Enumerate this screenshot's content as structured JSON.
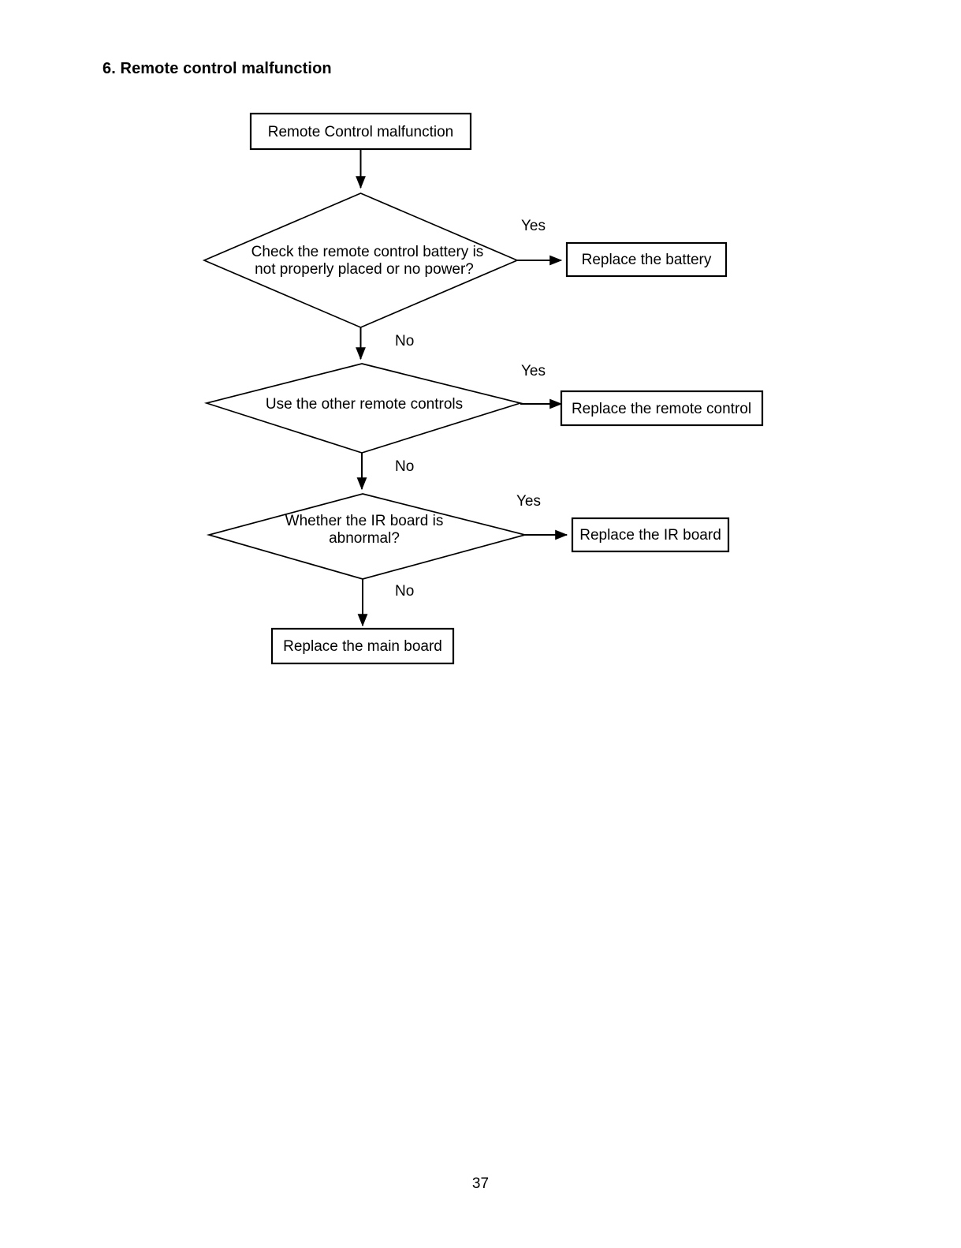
{
  "document": {
    "section_title": "6. Remote control malfunction",
    "page_number": "37"
  },
  "chart_data": {
    "type": "diagram",
    "title": "6. Remote control malfunction",
    "nodes": [
      {
        "id": "start",
        "shape": "process",
        "text": "Remote Control malfunction"
      },
      {
        "id": "d1",
        "shape": "decision",
        "text_line1": "Check the remote control battery is",
        "text_line2": "not properly placed or no power?"
      },
      {
        "id": "battery",
        "shape": "process",
        "text": "Replace the battery"
      },
      {
        "id": "d2",
        "shape": "decision",
        "text_line1": "Use the other remote controls",
        "text_line2": ""
      },
      {
        "id": "remote",
        "shape": "process",
        "text": "Replace the remote control"
      },
      {
        "id": "d3",
        "shape": "decision",
        "text_line1": "Whether the IR board is",
        "text_line2": "abnormal?"
      },
      {
        "id": "irboard",
        "shape": "process",
        "text": "Replace the IR board"
      },
      {
        "id": "mainboard",
        "shape": "process",
        "text": "Replace the main board"
      }
    ],
    "edges": [
      {
        "from": "start",
        "to": "d1",
        "label": ""
      },
      {
        "from": "d1",
        "to": "battery",
        "label": "Yes"
      },
      {
        "from": "d1",
        "to": "d2",
        "label": "No"
      },
      {
        "from": "d2",
        "to": "remote",
        "label": "Yes"
      },
      {
        "from": "d2",
        "to": "d3",
        "label": "No"
      },
      {
        "from": "d3",
        "to": "irboard",
        "label": "Yes"
      },
      {
        "from": "d3",
        "to": "mainboard",
        "label": "No"
      }
    ],
    "labels": {
      "yes1": "Yes",
      "no1": "No",
      "yes2": "Yes",
      "no2": "No",
      "yes3": "Yes",
      "no3": "No"
    },
    "colors": {
      "stroke": "#000000",
      "fill": "#ffffff",
      "text": "#000000"
    }
  }
}
